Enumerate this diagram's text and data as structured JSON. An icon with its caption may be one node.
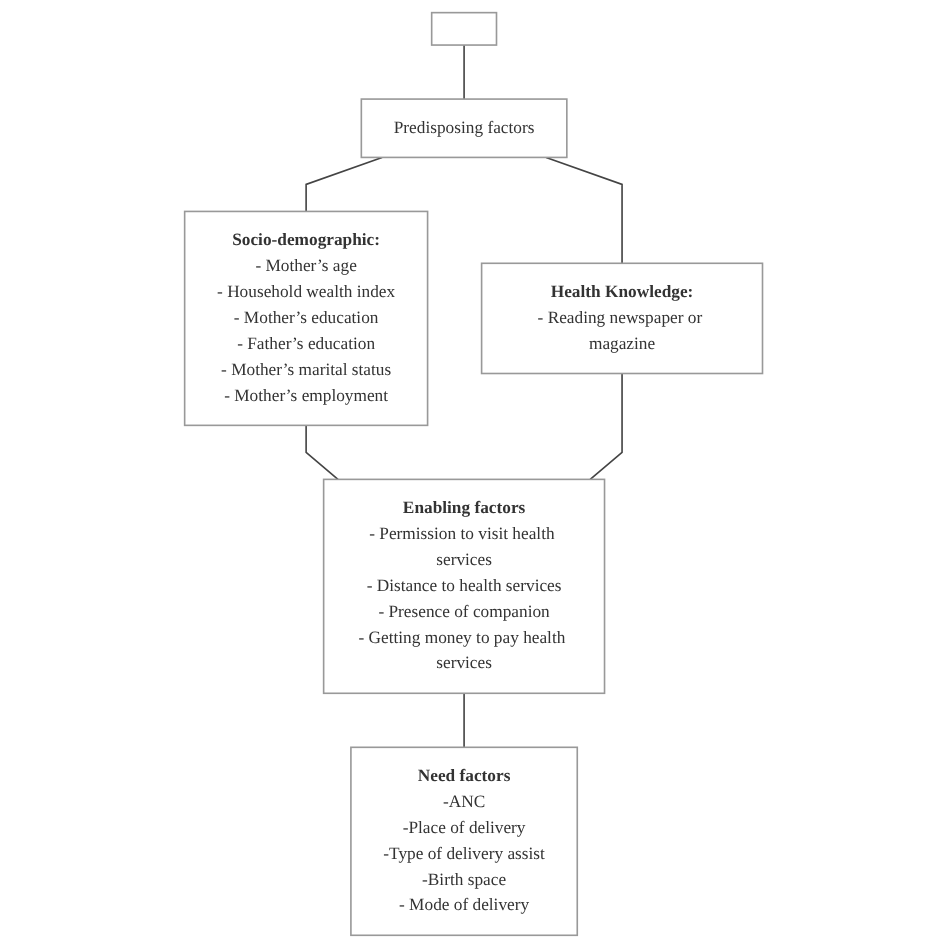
{
  "diagram": {
    "nodes": [
      {
        "text": [],
        "shape": "box"
      },
      {
        "text": [
          "Predisposing factors"
        ]
      },
      {
        "text": [
          "Socio-demographic:",
          "- Mother’s age",
          "- Household wealth index",
          "- Mother’s education",
          "- Father’s education",
          "- Mother’s marital status",
          "- Mother’s employment"
        ]
      },
      {
        "text": [
          "Health Knowledge:",
          "- Reading newspaper or magazine"
        ]
      },
      {
        "text": [
          "Enabling factors",
          "- Permission to visit health services",
          "- Distance to health services",
          "- Presence of companion",
          "- Getting money to pay health services"
        ]
      },
      {
        "text": [
          "Need factors",
          "-ANC",
          "-Place of delivery",
          "-Type of delivery assist",
          "-Birth space",
          "- Mode of delivery"
        ]
      }
    ],
    "edges": [
      {
        "from": 0,
        "to": 1,
        "arrow": "none"
      },
      {
        "from": 1,
        "to": 2,
        "arrow": "none"
      },
      {
        "from": 1,
        "to": 3,
        "arrow": "none"
      },
      {
        "from": 2,
        "to": 4,
        "arrow": "none"
      },
      {
        "from": 3,
        "to": 4,
        "arrow": "none"
      },
      {
        "from": 4,
        "to": 5,
        "arrow": "none"
      }
    ]
  }
}
